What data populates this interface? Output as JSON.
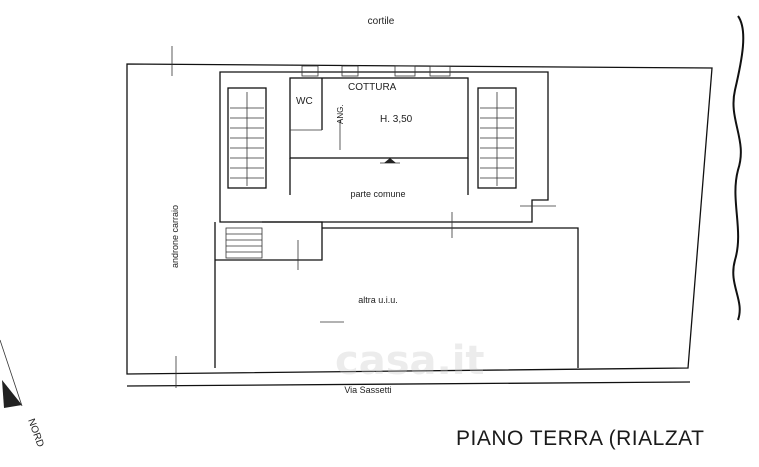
{
  "labels": {
    "cortile": "cortile",
    "cottura": "COTTURA",
    "wc": "WC",
    "ang": "ANG.",
    "height": "H. 3,50",
    "parte_comune": "parte comune",
    "androne": "androne carraio",
    "altra_uiu": "altra u.i.u.",
    "street": "Via Sassetti",
    "nord": "NORD"
  },
  "title": "PIANO TERRA (RIALZAT",
  "watermark": "casa.it",
  "colors": {
    "ink": "#111111",
    "background": "#ffffff"
  }
}
